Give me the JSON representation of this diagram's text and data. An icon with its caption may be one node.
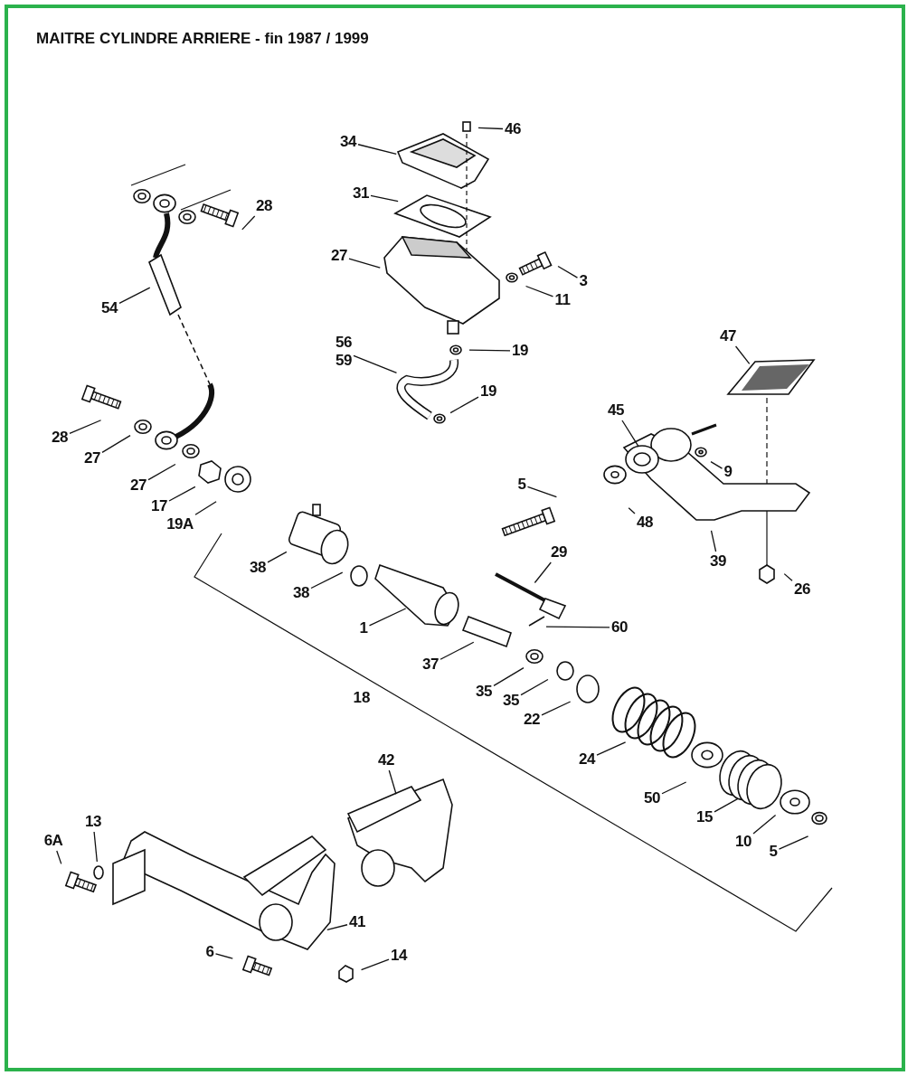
{
  "diagram": {
    "title": "MAITRE CYLINDRE ARRIERE - fin 1987 / 1999",
    "nodes": [
      {
        "text": [
          "46"
        ]
      },
      {
        "text": [
          "34"
        ]
      },
      {
        "text": [
          "31"
        ]
      },
      {
        "text": [
          "28"
        ]
      },
      {
        "text": [
          "27"
        ]
      },
      {
        "text": [
          "3"
        ]
      },
      {
        "text": [
          "11"
        ]
      },
      {
        "text": [
          "54"
        ]
      },
      {
        "text": [
          "56",
          "59"
        ]
      },
      {
        "text": [
          "19"
        ]
      },
      {
        "text": [
          "19"
        ]
      },
      {
        "text": [
          "47"
        ]
      },
      {
        "text": [
          "45"
        ]
      },
      {
        "text": [
          "9"
        ]
      },
      {
        "text": [
          "28"
        ]
      },
      {
        "text": [
          "27"
        ]
      },
      {
        "text": [
          "27"
        ]
      },
      {
        "text": [
          "17"
        ]
      },
      {
        "text": [
          "19A"
        ]
      },
      {
        "text": [
          "5"
        ]
      },
      {
        "text": [
          "48"
        ]
      },
      {
        "text": [
          "39"
        ]
      },
      {
        "text": [
          "26"
        ]
      },
      {
        "text": [
          "38"
        ]
      },
      {
        "text": [
          "38"
        ]
      },
      {
        "text": [
          "29"
        ]
      },
      {
        "text": [
          "1"
        ]
      },
      {
        "text": [
          "60"
        ]
      },
      {
        "text": [
          "37"
        ]
      },
      {
        "text": [
          "35"
        ]
      },
      {
        "text": [
          "35"
        ]
      },
      {
        "text": [
          "22"
        ]
      },
      {
        "text": [
          "24"
        ]
      },
      {
        "text": [
          "50"
        ]
      },
      {
        "text": [
          "15"
        ]
      },
      {
        "text": [
          "10"
        ]
      },
      {
        "text": [
          "5"
        ]
      },
      {
        "text": [
          "42"
        ]
      },
      {
        "text": [
          "13"
        ]
      },
      {
        "text": [
          "6A"
        ]
      },
      {
        "text": [
          "41"
        ]
      },
      {
        "text": [
          "6"
        ]
      },
      {
        "text": [
          "14"
        ]
      }
    ],
    "edges": [
      {
        "from": 0,
        "to": null,
        "arrow": "none"
      },
      {
        "from": 1,
        "to": null,
        "arrow": "none"
      },
      {
        "from": 2,
        "to": null,
        "arrow": "none"
      },
      {
        "from": 3,
        "to": null,
        "arrow": "none"
      },
      {
        "from": 4,
        "to": null,
        "arrow": "none"
      },
      {
        "from": 5,
        "to": null,
        "arrow": "none"
      },
      {
        "from": 6,
        "to": null,
        "arrow": "none"
      },
      {
        "from": 7,
        "to": null,
        "arrow": "none"
      },
      {
        "from": 8,
        "to": null,
        "arrow": "none"
      },
      {
        "from": 9,
        "to": null,
        "arrow": "none"
      },
      {
        "from": 10,
        "to": null,
        "arrow": "none"
      },
      {
        "from": 11,
        "to": null,
        "arrow": "none"
      },
      {
        "from": 12,
        "to": null,
        "arrow": "none"
      },
      {
        "from": 13,
        "to": null,
        "arrow": "none"
      },
      {
        "from": 14,
        "to": null,
        "arrow": "none"
      },
      {
        "from": 15,
        "to": null,
        "arrow": "none"
      },
      {
        "from": 16,
        "to": null,
        "arrow": "none"
      },
      {
        "from": 17,
        "to": null,
        "arrow": "none"
      },
      {
        "from": 18,
        "to": null,
        "arrow": "none"
      },
      {
        "from": 19,
        "to": null,
        "arrow": "none"
      },
      {
        "from": 20,
        "to": null,
        "arrow": "none"
      },
      {
        "from": 21,
        "to": null,
        "arrow": "none"
      },
      {
        "from": 22,
        "to": null,
        "arrow": "none"
      },
      {
        "from": 23,
        "to": null,
        "arrow": "none"
      },
      {
        "from": 24,
        "to": null,
        "arrow": "none"
      },
      {
        "from": 25,
        "to": null,
        "arrow": "none"
      },
      {
        "from": 26,
        "to": null,
        "arrow": "none"
      },
      {
        "from": 27,
        "to": null,
        "arrow": "none"
      },
      {
        "from": 28,
        "to": null,
        "arrow": "none"
      },
      {
        "from": 29,
        "to": null,
        "arrow": "none"
      },
      {
        "from": 30,
        "to": null,
        "arrow": "none"
      },
      {
        "from": 31,
        "to": null,
        "arrow": "none"
      },
      {
        "from": 32,
        "to": null,
        "arrow": "none"
      },
      {
        "from": 33,
        "to": null,
        "arrow": "none"
      },
      {
        "from": 34,
        "to": null,
        "arrow": "none"
      },
      {
        "from": 35,
        "to": null,
        "arrow": "none"
      },
      {
        "from": 36,
        "to": null,
        "arrow": "none"
      },
      {
        "from": 37,
        "to": null,
        "arrow": "none"
      },
      {
        "from": 38,
        "to": null,
        "arrow": "none"
      },
      {
        "from": 39,
        "to": null,
        "arrow": "none"
      },
      {
        "from": 40,
        "to": null,
        "arrow": "none"
      },
      {
        "from": 41,
        "to": null,
        "arrow": "none"
      },
      {
        "from": 42,
        "to": null,
        "arrow": "none"
      }
    ],
    "labels": [
      "18"
    ]
  }
}
